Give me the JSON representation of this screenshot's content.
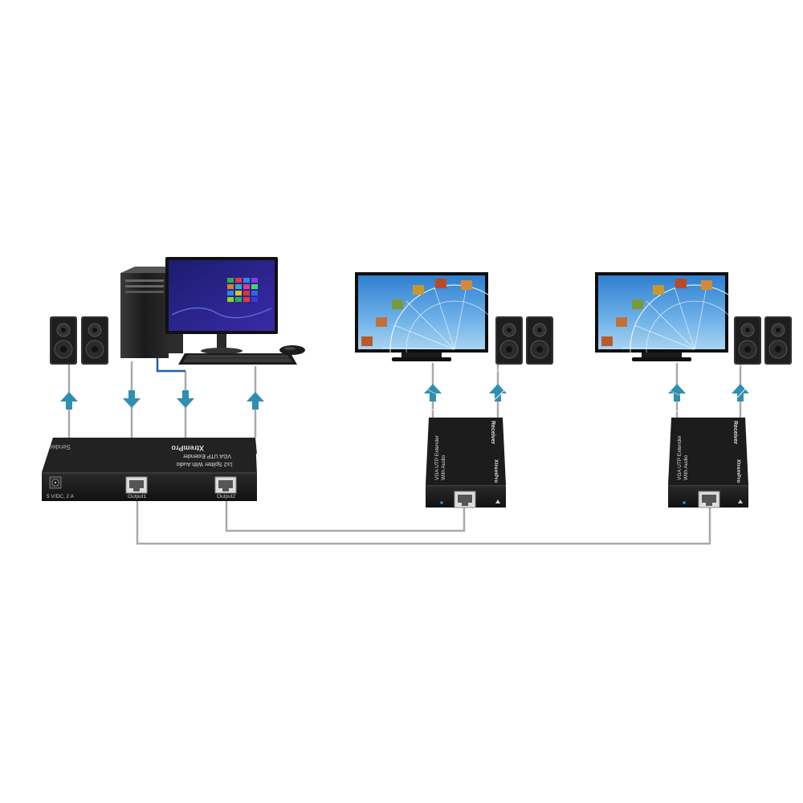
{
  "sender": {
    "label": "Sender",
    "brand": "XtremPro",
    "model_line1": "VGA UTP Extender",
    "model_line2": "1x2 Splitter With Audio",
    "power_label": "5 V/DC, 2 A",
    "output1_label": "Output1",
    "output2_label": "Output2"
  },
  "receiver_1": {
    "title": "Receiver",
    "model_line1": "VGA UTP Extender",
    "model_line2": "With Audio",
    "brand": "XtremPro"
  },
  "receiver_2": {
    "title": "Receiver",
    "model_line1": "VGA UTP Extender",
    "model_line2": "With Audio",
    "brand": "XtremPro"
  },
  "colors": {
    "arrow": "#2f8fb0",
    "cable": "#a9a9a9",
    "device": "#1c1c1c",
    "vga_cable": "#1f5fa8"
  },
  "icons": [
    "speaker-icon",
    "pc-tower-icon",
    "monitor-icon",
    "keyboard-icon",
    "mouse-icon",
    "tv-monitor-icon",
    "rj45-port-icon",
    "arrow-up-icon",
    "arrow-down-icon"
  ]
}
